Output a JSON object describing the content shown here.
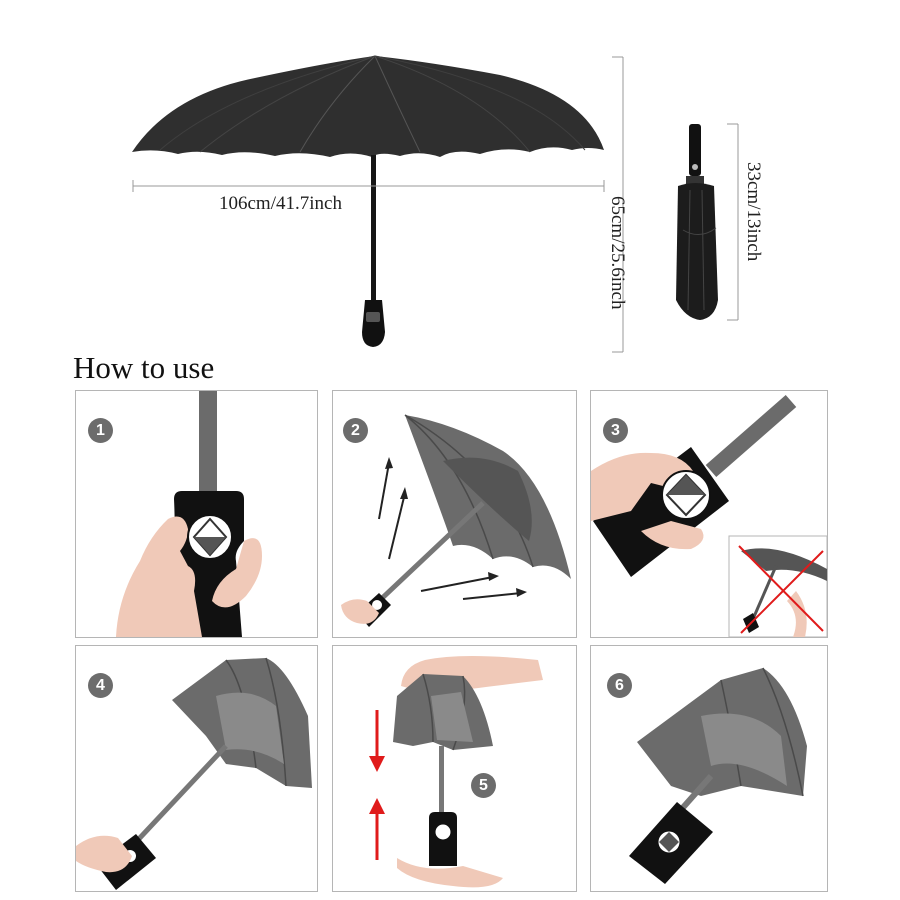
{
  "dimensions": {
    "open_width": "106cm/41.7inch",
    "open_height": "65cm/25.6inch",
    "folded_length": "33cm/13inch"
  },
  "section_title": "How to use",
  "steps": [
    "1",
    "2",
    "3",
    "4",
    "5",
    "6"
  ],
  "colors": {
    "canopy_open": "#2f2f2f",
    "canopy_panel": "#6b6b6b",
    "canopy_panel_light": "#8a8a8a",
    "handle": "#111111",
    "skin": "#f0c9b8",
    "arrow_red": "#e01b1b",
    "panel_border": "#b5b5b5"
  }
}
